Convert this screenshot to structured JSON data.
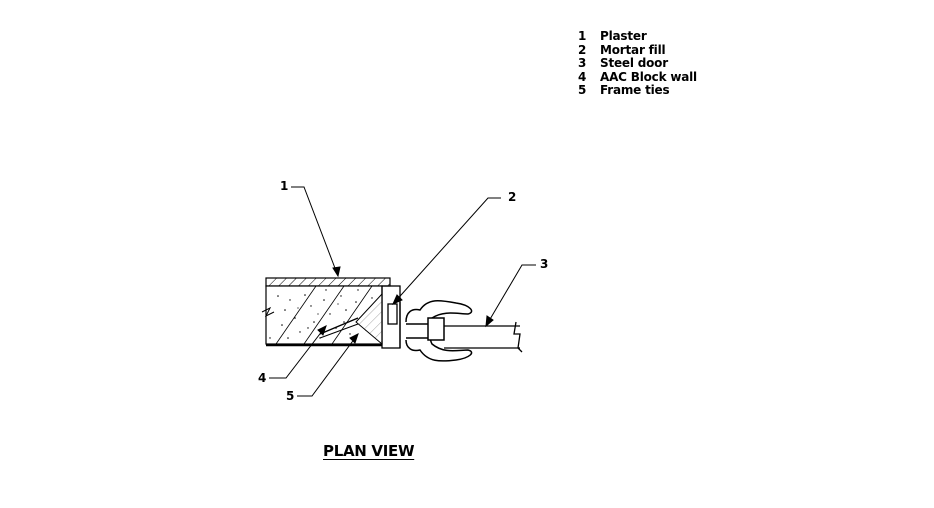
{
  "legend": [
    {
      "num": "1",
      "label": "Plaster"
    },
    {
      "num": "2",
      "label": "Mortar fill"
    },
    {
      "num": "3",
      "label": "Steel door"
    },
    {
      "num": "4",
      "label": "AAC Block wall"
    },
    {
      "num": "5",
      "label": "Frame ties"
    }
  ],
  "callouts": {
    "c1": "1",
    "c2": "2",
    "c3": "3",
    "c4": "4",
    "c5": "5"
  },
  "title": "PLAN VIEW"
}
